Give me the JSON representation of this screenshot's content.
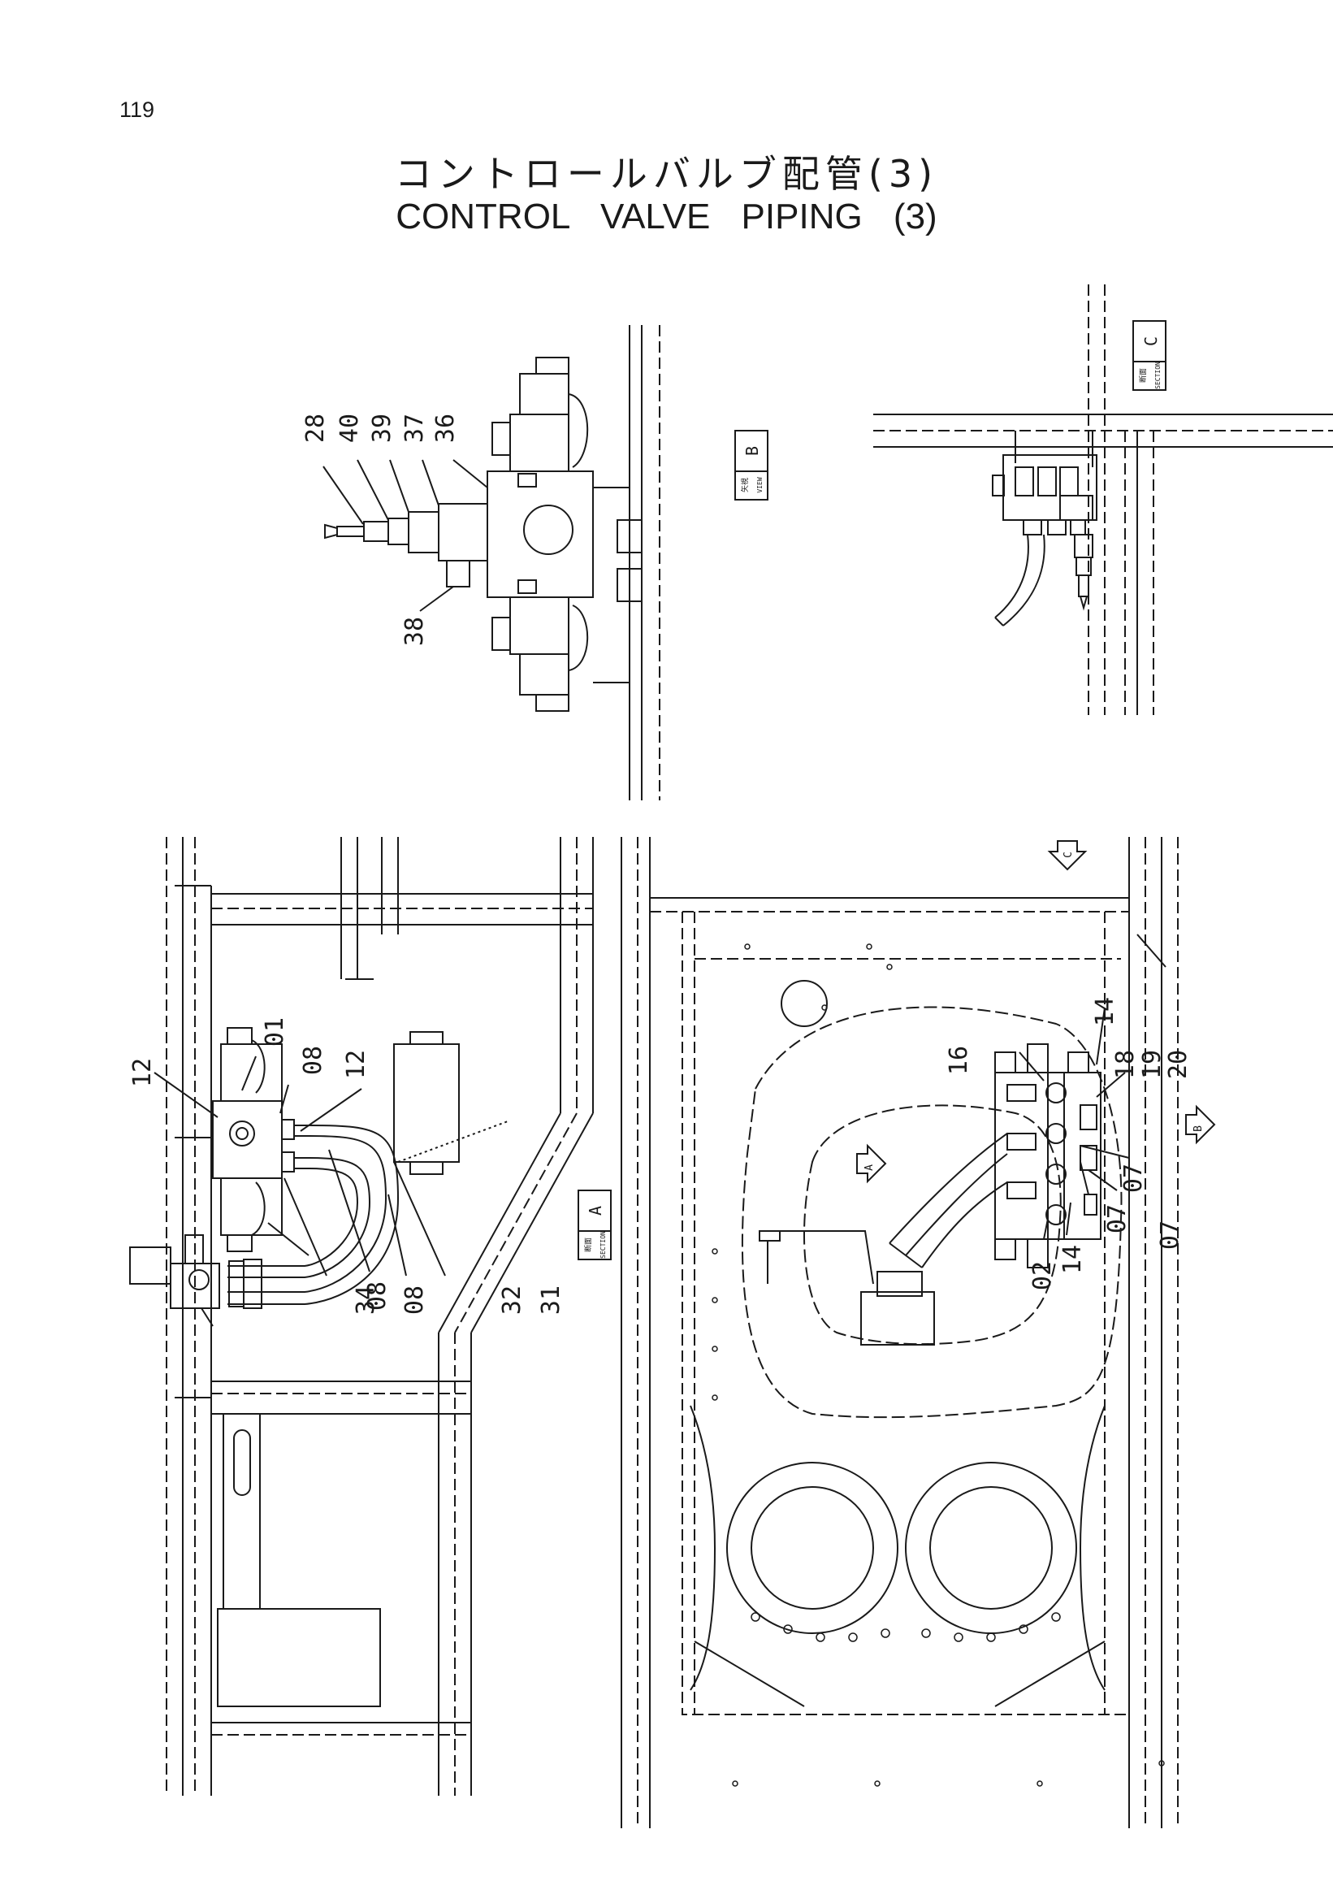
{
  "page": {
    "number": "119",
    "title_jp": "コントロールバルブ配管(3)",
    "title_en": "CONTROL   VALVE   PIPING (3)"
  },
  "tags": {
    "section_c": {
      "jp": "断面",
      "en": "SECTION",
      "letter": "C"
    },
    "view_b": {
      "jp": "矢視",
      "en": "VIEW",
      "letter": "B"
    },
    "section_a": {
      "jp": "断面",
      "en": "SECTION",
      "letter": "A"
    }
  },
  "view_arrows": {
    "c": "C",
    "b": "B",
    "a": "A"
  },
  "callouts": {
    "view_b": [
      "28",
      "40",
      "39",
      "37",
      "36",
      "38"
    ],
    "section_a": [
      "12",
      "01",
      "08",
      "12",
      "08",
      "34",
      "08",
      "32",
      "31"
    ],
    "plan": [
      "16",
      "14",
      "18",
      "19",
      "20",
      "07",
      "07",
      "14",
      "07",
      "02"
    ]
  }
}
